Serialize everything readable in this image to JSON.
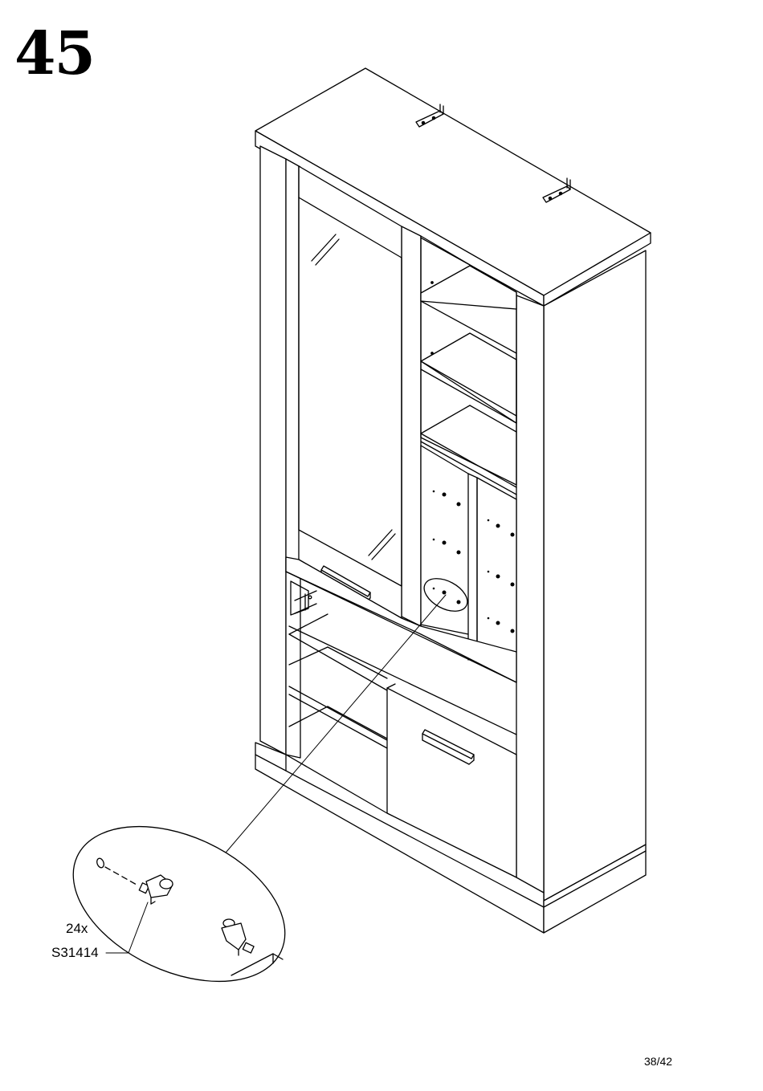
{
  "step": {
    "number": "45"
  },
  "callout": {
    "quantity": "24x",
    "part_code": "S31414"
  },
  "footer": {
    "page": "38/42"
  }
}
